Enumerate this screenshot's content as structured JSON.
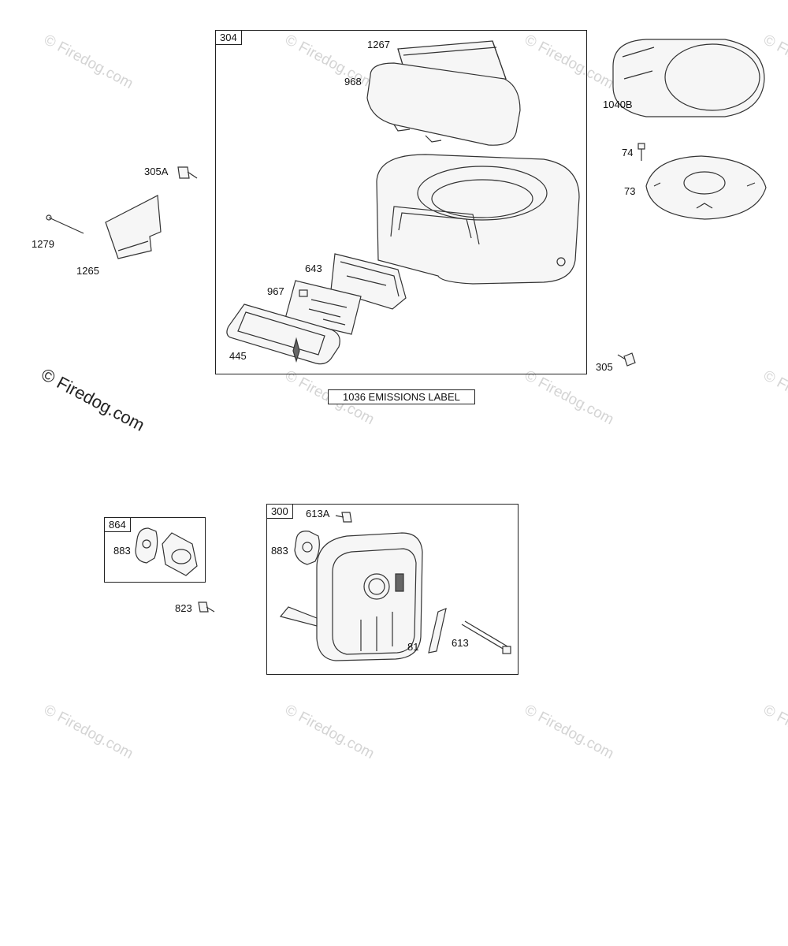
{
  "watermarks": {
    "faint": "© Firedog.com",
    "main": "© Firedog.com"
  },
  "groups": {
    "air_cleaner_assembly": "304",
    "emissions_label": "1036 EMISSIONS LABEL",
    "intake_gasket_kit": "864",
    "muffler_assembly": "300"
  },
  "labels": {
    "p1267": "1267",
    "p968": "968",
    "p305a": "305A",
    "p1279": "1279",
    "p1265": "1265",
    "p643": "643",
    "p967": "967",
    "p445": "445",
    "p1040b": "1040B",
    "p74": "74",
    "p73": "73",
    "p305": "305",
    "p883a": "883",
    "p823": "823",
    "p613a": "613A",
    "p883b": "883",
    "p81": "81",
    "p613": "613"
  },
  "colors": {
    "line": "#333333",
    "watermark": "#d4d4d4",
    "background": "#ffffff"
  }
}
